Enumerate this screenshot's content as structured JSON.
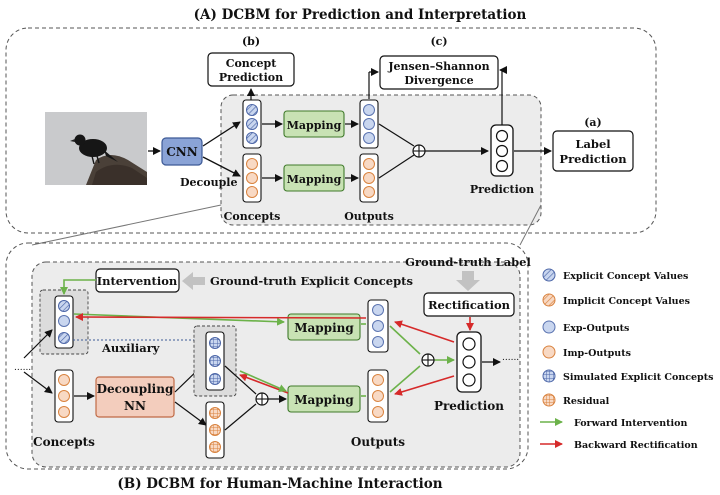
{
  "title_a": "(A) DCBM for Prediction and Interpretation",
  "title_b": "(B) DCBM for Human-Machine Interaction",
  "tag_a": "(a)",
  "tag_b": "(b)",
  "tag_c": "(c)",
  "top": {
    "concept_prediction": [
      "Concept",
      "Prediction"
    ],
    "jsd": [
      "Jensen–Shannon",
      "Divergence"
    ],
    "label_prediction": [
      "Label",
      "Prediction"
    ],
    "cnn": "CNN",
    "decouple": "Decouple",
    "mapping": "Mapping",
    "concepts": "Concepts",
    "outputs": "Outputs",
    "prediction": "Prediction"
  },
  "bottom": {
    "intervention": "Intervention",
    "gt_explicit": "Ground-truth Explicit Concepts",
    "gt_label": "Ground-truth Label",
    "rectification": "Rectification",
    "auxiliary": "Auxiliary",
    "decoupling_nn": [
      "Decoupling",
      "NN"
    ],
    "mapping": "Mapping",
    "concepts": "Concepts",
    "outputs": "Outputs",
    "prediction": "Prediction",
    "dots": "......"
  },
  "legend": [
    "Explicit Concept Values",
    "Implicit Concept Values",
    "Exp-Outputs",
    "Imp-Outputs",
    "Simulated Explicit Concepts",
    "Residual",
    "Forward Intervention",
    "Backward Rectification"
  ],
  "colors": {
    "blue_fill": "#c9d6ef",
    "blue_stroke": "#5a73b0",
    "orange_fill": "#f8d9c4",
    "orange_stroke": "#d9833f",
    "mapping_fill": "#c8e2b4",
    "cnn_fill": "#8aa3d6",
    "decoupling_fill": "#f3cdbd",
    "forward": "#6cb24a",
    "backward": "#d62a2a",
    "panel_fill": "#ececec"
  }
}
